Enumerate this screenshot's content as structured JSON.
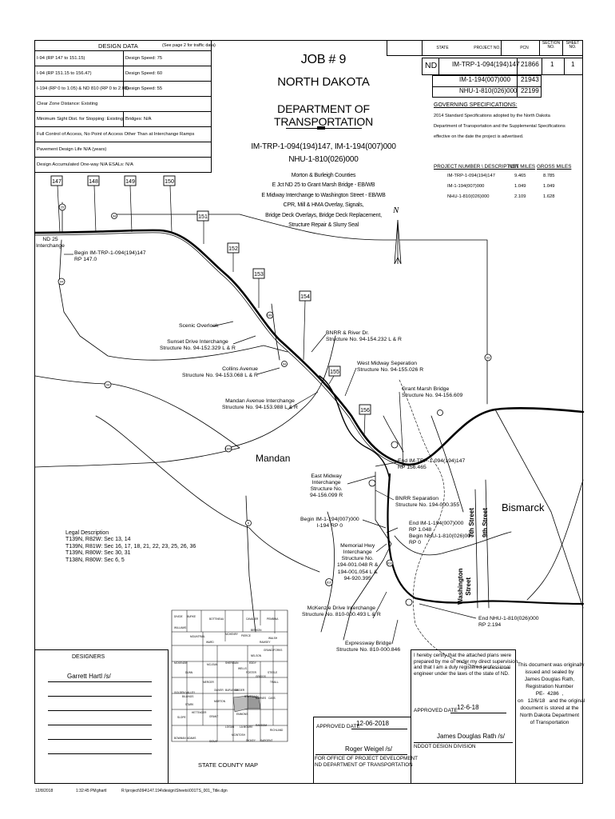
{
  "design_data": {
    "header": "DESIGN DATA",
    "note": "(See page 2 for traffic data)",
    "rows": [
      {
        "left": "I-94 (RP 147 to 151.15)",
        "right": "Design Speed:  75"
      },
      {
        "left": "I-94 (RP 151.15 to 156.47)",
        "right": "Design Speed:  60"
      },
      {
        "left": "I-194 (RP 0 to 1.05) & ND 810 (RP 0 to 2.08)",
        "right": "Design Speed:  55"
      },
      {
        "left": "Clear Zone Distance: Existing",
        "right": ""
      },
      {
        "left": "Minimum Sight Dist. for Stopping:  Existing",
        "right": "Bridges:   N/A"
      },
      {
        "left": "Full Control of Access, No Point of Access Other Than at Interchange Ramps",
        "right": ""
      },
      {
        "left": "Pavement Design Life    N/A (years)",
        "right": ""
      },
      {
        "left": "Design Accumulated One-way    N/A     ESALs:    N/A",
        "right": ""
      }
    ]
  },
  "title_block": {
    "job": "JOB # 9",
    "state_name": "NORTH DAKOTA",
    "department": "DEPARTMENT OF TRANSPORTATION",
    "project_line1": "IM-TRP-1-094(194)147, IM-1-194(007)000",
    "project_line2": "NHU-1-810(026)000",
    "desc": [
      "Morton & Burleigh Counties",
      "E Jct ND 25 to Grant Marsh Bridge - EB/WB",
      "E Midway Interchange to Washington Street - EB/WB",
      "CPR, Mill & HMA Overlay, Signals,",
      "Bridge Deck Overlays, Bridge Deck Replacement,",
      "Structure Repair & Slurry Seal"
    ]
  },
  "project_table": {
    "headers": {
      "state": "STATE",
      "project": "PROJECT NO.",
      "pcn": "PCN",
      "section": "SECTION NO.",
      "sheet": "SHEET NO."
    },
    "state": "ND",
    "rows": [
      {
        "project": "IM-TRP-1-094(194)147",
        "pcn": "21866",
        "section": "1",
        "sheet": "1"
      },
      {
        "project": "IM-1-194(007)000",
        "pcn": "21943"
      },
      {
        "project": "NHU-1-810(026)000",
        "pcn": "22199"
      }
    ]
  },
  "governing": {
    "heading": "GOVERNING SPECIFICATIONS:",
    "lines": [
      "2014 Standard Specifications adopted by the North Dakota",
      "Department of Transportation and the Supplemental Specifications",
      "effective on the date the project is advertised."
    ]
  },
  "miles_table": {
    "headers": {
      "project": "PROJECT NUMBER \\ DESCRIPTION",
      "net": "NET MILES",
      "gross": "GROSS MILES"
    },
    "rows": [
      {
        "project": "IM-TRP-1-094(194)147",
        "net": "9.465",
        "gross": "8.785"
      },
      {
        "project": "IM-1-194(007)000",
        "net": "1.049",
        "gross": "1.049"
      },
      {
        "project": "NHU-1-810(026)000",
        "net": "2.109",
        "gross": "1.628"
      }
    ]
  },
  "map": {
    "rp_markers": [
      "147",
      "148",
      "149",
      "150",
      "151",
      "152",
      "153",
      "154",
      "155",
      "156"
    ],
    "shields": [
      "25",
      "94",
      "94",
      "1806",
      "94",
      "83",
      "94",
      "1806",
      "810",
      "810",
      "6"
    ],
    "north": "N",
    "labels": {
      "nd25": "ND 25\nInterchange",
      "begin_trp": "Begin IM-TRP-1-094(194)147\nRP 147.0",
      "scenic": "Scenic Overlook",
      "sunset": "Sunset Drive Interchange\nStructure No. 94-152.329 L & R",
      "bnrr_river": "BNRR & River Dr.\nStructure No. 94-154.232 L & R",
      "collins": "Collins Avenue\nStructure No. 94-153.068 L & R",
      "west_midway": "West Midway Seperation\nStructure No. 94-155.026 R",
      "grant_marsh": "Grant Marsh Bridge\nStructure No. 94-156.609",
      "mandan_ave": "Mandan Avenue Interchange\nStructure No. 94-153.988 L & R",
      "mandan": "Mandan",
      "end_trp": "End IM-TRP-1-094(194)147\nRP 156.465",
      "east_midway": "East Midway\nInterchange\nStructure No.\n94-156.099 R",
      "bnrr_sep": "BNRR Separation\nStructure No. 194-000.355",
      "bismarck": "Bismarck",
      "seventh": "7th Street",
      "ninth": "9th Street",
      "begin_194": "Begin IM-1-194(007)000\nI-194 RP 0",
      "end_194": "End IM-1-194(007)000\nRP 1.048\nBegin NHU-1-810(026)000\nRP 0",
      "memorial": "Memorial Hwy\nInterchange\nStructure No.\n194-001.048 R &\n194-001.054 L &\n94-920.395",
      "washington": "Washington\nStreet",
      "mckenzie": "McKenzie Drive Interchange\nStructure No. 810-000.493 L & R",
      "end_nhu": "End NHU-1-810(026)000\nRP 2.194",
      "expressway": "Expressway Bridge\nStructure No. 810-000.846",
      "legal": "Legal Description\nT139N, R82W: Sec 13, 14\nT139N, R81W: Sec 16, 17, 18, 21, 22, 23, 25, 26, 36\nT139N, R80W: Sec 30, 31\nT138N, R80W: Sec 6, 5",
      "state_county_map": "STATE COUNTY MAP"
    },
    "counties": [
      "DIVIDE",
      "BURKE",
      "BOTTINEAU",
      "CAVALIER",
      "PEMBINA",
      "WILLIAMS",
      "MOUNTRAIL",
      "WARD",
      "MCHENRY",
      "PIERCE",
      "BENSON",
      "RAMSEY",
      "WALSH",
      "GRAND FORKS",
      "NELSON",
      "MCKENZIE",
      "DUNN",
      "MCLEAN",
      "SHERIDAN",
      "WELLS",
      "EDDY",
      "FOSTER",
      "GRIGGS",
      "STEELE",
      "TRAILL",
      "GOLDEN VALLEY",
      "BILLINGS",
      "STARK",
      "MERCER",
      "OLIVER",
      "BURLEIGH",
      "KIDDER",
      "STUTSMAN",
      "BARNES",
      "CASS",
      "SLOPE",
      "HETTINGER",
      "GRANT",
      "MORTON",
      "EMMONS",
      "LOGAN",
      "LA MOURE",
      "RANSOM",
      "RICHLAND",
      "BOWMAN",
      "ADAMS",
      "SIOUX",
      "MCINTOSH",
      "DICKEY",
      "SARGENT"
    ]
  },
  "designers": {
    "heading": "DESIGNERS",
    "name": "Garrett Hartl /s/"
  },
  "approval": {
    "approved_label": "APPROVED DATE",
    "approved_date": "12-06-2018",
    "signer": "Roger Weigel /s/",
    "office_line1": "FOR OFFICE OF PROJECT DEVELOPMENT",
    "office_line2": "ND DEPARTMENT OF TRANSPORTATION"
  },
  "certification": {
    "text": "I hereby certify that the attached plans were\nprepared by me or under my direct supervision\nand that I am a duly registered professional\nengineer under the laws of the state of ND.",
    "approved_label": "APPROVED DATE",
    "approved_date": "12-6-18",
    "signer": "James Douglas Rath /s/",
    "division": "NDDOT DESIGN DIVISION"
  },
  "seal_note": "This document was originally\nissued and sealed by\nJames Douglas Rath,\nRegistration Number\nPE-  4286  ,\non   12/6/18   and the original\ndocument is stored at the\nNorth Dakota Department\nof Transportation",
  "footer": {
    "date": "12/8/2018",
    "time": "1:32:45 PM",
    "user": "ghartl",
    "path": "R:\\project\\094\\147.194\\design\\Sheets\\001TS_001_Title.dgn"
  },
  "colors": {
    "ink": "#000000",
    "paper": "#ffffff"
  }
}
